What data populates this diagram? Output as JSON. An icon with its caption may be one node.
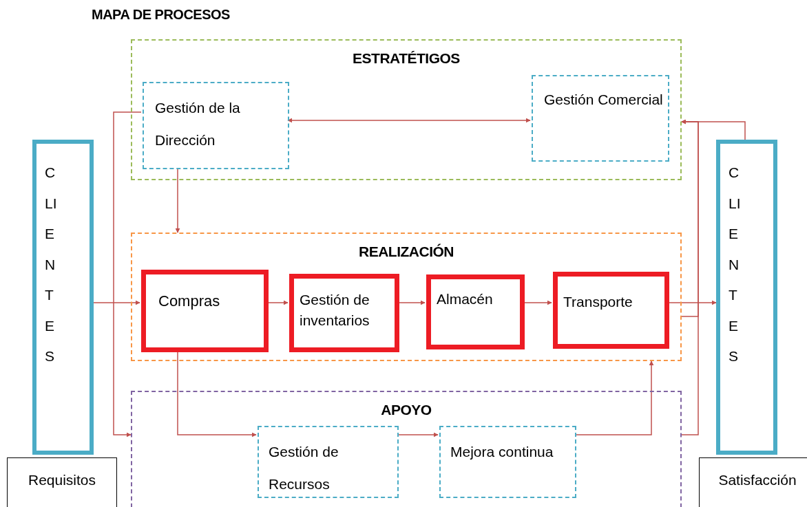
{
  "diagram": {
    "title": "MAPA DE PROCESOS",
    "nodes": [
      {
        "text": [
          "ESTRATÉTIGOS"
        ]
      },
      {
        "text": [
          "Gestión de la Dirección"
        ],
        "in": 0
      },
      {
        "text": [
          "Gestión Comercial"
        ],
        "in": 0
      },
      {
        "text": [
          "REALIZACIÓN"
        ]
      },
      {
        "text": [
          "Compras"
        ],
        "in": 3
      },
      {
        "text": [
          "Gestión de inventarios"
        ],
        "in": 3
      },
      {
        "text": [
          "Almacén"
        ],
        "in": 3
      },
      {
        "text": [
          "Transporte"
        ],
        "in": 3
      },
      {
        "text": [
          "APOYO"
        ]
      },
      {
        "text": [
          "Gestión de Recursos"
        ],
        "in": 8
      },
      {
        "text": [
          "Mejora continua"
        ],
        "in": 8
      },
      {
        "text": [
          "CLIENTES"
        ]
      },
      {
        "text": [
          "Requisitos"
        ]
      },
      {
        "text": [
          "CLIENTES"
        ]
      },
      {
        "text": [
          "Satisfacción"
        ]
      }
    ],
    "edges": [
      {
        "from": 1,
        "to": 2,
        "arrow": "both"
      },
      {
        "from": 1,
        "to": 3,
        "arrow": "to"
      },
      {
        "from": 1,
        "to": 8,
        "arrow": "to"
      },
      {
        "from": 11,
        "to": 4,
        "arrow": "to"
      },
      {
        "from": 4,
        "to": 5,
        "arrow": "to"
      },
      {
        "from": 5,
        "to": 6,
        "arrow": "to"
      },
      {
        "from": 6,
        "to": 7,
        "arrow": "to"
      },
      {
        "from": 7,
        "to": 13,
        "arrow": "to"
      },
      {
        "from": 4,
        "to": 9,
        "arrow": "to"
      },
      {
        "from": 9,
        "to": 10,
        "arrow": "to"
      },
      {
        "from": 10,
        "to": 3,
        "arrow": "to"
      },
      {
        "from": 13,
        "to": 0,
        "arrow": "to"
      },
      {
        "from": 3,
        "to": 0,
        "arrow": "to"
      },
      {
        "from": 8,
        "to": 0,
        "arrow": "to"
      }
    ]
  }
}
